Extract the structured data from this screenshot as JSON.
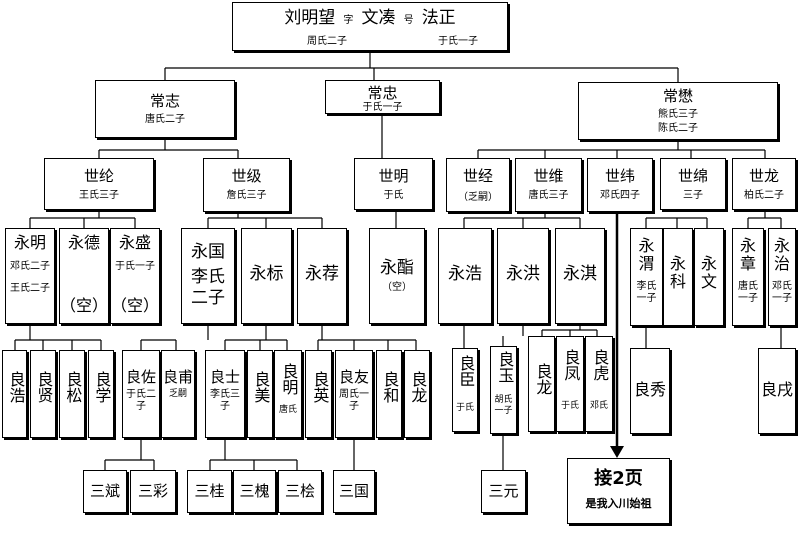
{
  "root": {
    "name": "刘明望",
    "zi_label": "字",
    "zi": "文凑",
    "hao_label": "号",
    "hao": "法正",
    "wife1": "周氏二子",
    "wife2": "于氏一子"
  },
  "gen2": {
    "changzhi": {
      "name": "常志",
      "note": "唐氏二子"
    },
    "changzhong": {
      "name": "常忠",
      "note": "于氏一子"
    },
    "changmao": {
      "name": "常懋",
      "note1": "熊氏三子",
      "note2": "陈氏二子"
    }
  },
  "gen3": {
    "shilun": {
      "name": "世纶",
      "note": "王氏三子"
    },
    "shiji": {
      "name": "世级",
      "note": "詹氏三子"
    },
    "shiming": {
      "name": "世明",
      "note": "于氏"
    },
    "shijing": {
      "name": "世经",
      "note": "（乏嗣）"
    },
    "shiwei": {
      "name": "世维",
      "note": "唐氏三子"
    },
    "shiwei2": {
      "name": "世纬",
      "note": "邓氏四子"
    },
    "shimian": {
      "name": "世绵",
      "note": "三子"
    },
    "shilong": {
      "name": "世龙",
      "note": "柏氏二子"
    }
  },
  "gen4": {
    "yongming": {
      "name": "永明",
      "note1": "邓氏二子",
      "note2": "王氏二子"
    },
    "yongde": {
      "name": "永德",
      "note": "（空）"
    },
    "yongsheng": {
      "name": "永盛",
      "note1": "于氏一子",
      "note2": "（空）"
    },
    "yongguo": {
      "name": "永国",
      "note": "李氏二子"
    },
    "yongbiao": {
      "name": "永标"
    },
    "yongjian": {
      "name": "永荐"
    },
    "yongqiu": {
      "name": "永酯",
      "note": "（空）"
    },
    "yonghao": {
      "name": "永浩"
    },
    "yonghong": {
      "name": "永洪"
    },
    "yongqi": {
      "name": "永淇"
    },
    "yongwei": {
      "name": "永渭",
      "note": "李氏一子"
    },
    "yongke": {
      "name": "永科"
    },
    "yongwen": {
      "name": "永文"
    },
    "yongzhang": {
      "name": "永章",
      "note": "唐氏一子"
    },
    "yongzhi": {
      "name": "永治",
      "note": "邓氏一子"
    }
  },
  "gen5": {
    "lianghao": {
      "name": "良浩"
    },
    "liangxian": {
      "name": "良贤"
    },
    "liangsong": {
      "name": "良松"
    },
    "liangxue": {
      "name": "良学"
    },
    "liangzuo": {
      "name": "良佐",
      "note": "于氏二子"
    },
    "liangfu": {
      "name": "良甫",
      "note": "乏嗣"
    },
    "liangshi": {
      "name": "良士",
      "note": "李氏三子"
    },
    "liangmei": {
      "name": "良美"
    },
    "liangming": {
      "name": "良明",
      "note": "唐氏"
    },
    "liangying": {
      "name": "良英"
    },
    "liangyou": {
      "name": "良友",
      "note": "周氏一子"
    },
    "lianghe": {
      "name": "良和"
    },
    "lianglong": {
      "name": "良龙"
    },
    "liangchen": {
      "name": "良臣",
      "note": "于氏"
    },
    "liangyu": {
      "name": "良玉",
      "note": "胡氏一子"
    },
    "lianglong2": {
      "name": "良龙"
    },
    "liangfeng": {
      "name": "良凤",
      "note": "于氏"
    },
    "lianghu": {
      "name": "良虎",
      "note": "邓氏"
    },
    "liangxiu": {
      "name": "良秀"
    },
    "liangxu": {
      "name": "良戌"
    }
  },
  "gen6": {
    "sanbin": {
      "name": "三斌"
    },
    "sancai": {
      "name": "三彩"
    },
    "sangui": {
      "name": "三桂"
    },
    "sanhuai": {
      "name": "三槐"
    },
    "sanhui": {
      "name": "三桧"
    },
    "sanguo": {
      "name": "三国"
    },
    "sanyuan": {
      "name": "三元"
    }
  },
  "next_page": {
    "title": "接2页",
    "subtitle": "是我入川始祖"
  },
  "colors": {
    "line": "#000000",
    "box_fill": "#ffffff",
    "shadow": "#000000"
  }
}
